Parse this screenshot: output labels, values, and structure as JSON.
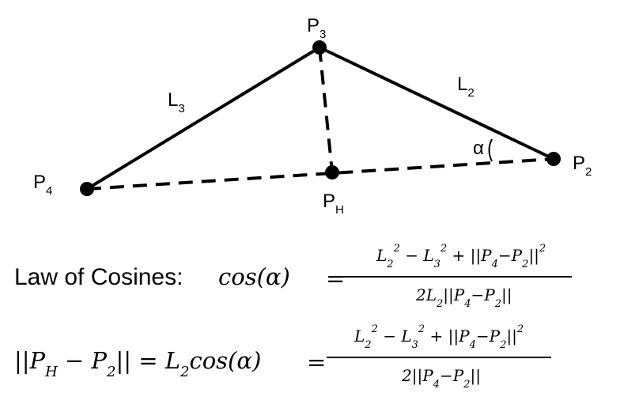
{
  "points": {
    "p3": {
      "base": "P",
      "sub": "3"
    },
    "p2": {
      "base": "P",
      "sub": "2"
    },
    "p4": {
      "base": "P",
      "sub": "4"
    },
    "ph": {
      "base": "P",
      "sub": "H"
    }
  },
  "segments": {
    "l3": {
      "base": "L",
      "sub": "3"
    },
    "l2": {
      "base": "L",
      "sub": "2"
    }
  },
  "angle_label": "α",
  "formula1": {
    "title": "Law of Cosines:",
    "lhs": "cos(α)",
    "eq": "=",
    "num": [
      "L",
      "2",
      "2",
      " − L",
      "3",
      "2",
      " + ||P",
      "4",
      "−P",
      "2",
      "||",
      "2"
    ],
    "den": [
      "2L",
      "2",
      "||P",
      "4",
      "−P",
      "2",
      "||"
    ]
  },
  "formula2": {
    "lhs": [
      "||P",
      "H",
      " − P",
      "2",
      "|| = L",
      "2",
      "cos(α)"
    ],
    "eq": "=",
    "num": [
      "L",
      "2",
      "2",
      " − L",
      "3",
      "2",
      " + ||P",
      "4",
      "−P",
      "2",
      "||",
      "2"
    ],
    "den": [
      "2||P",
      "4",
      "−P",
      "2",
      "||"
    ]
  },
  "colors": {
    "ink": "#000000",
    "background": "#ffffff"
  }
}
